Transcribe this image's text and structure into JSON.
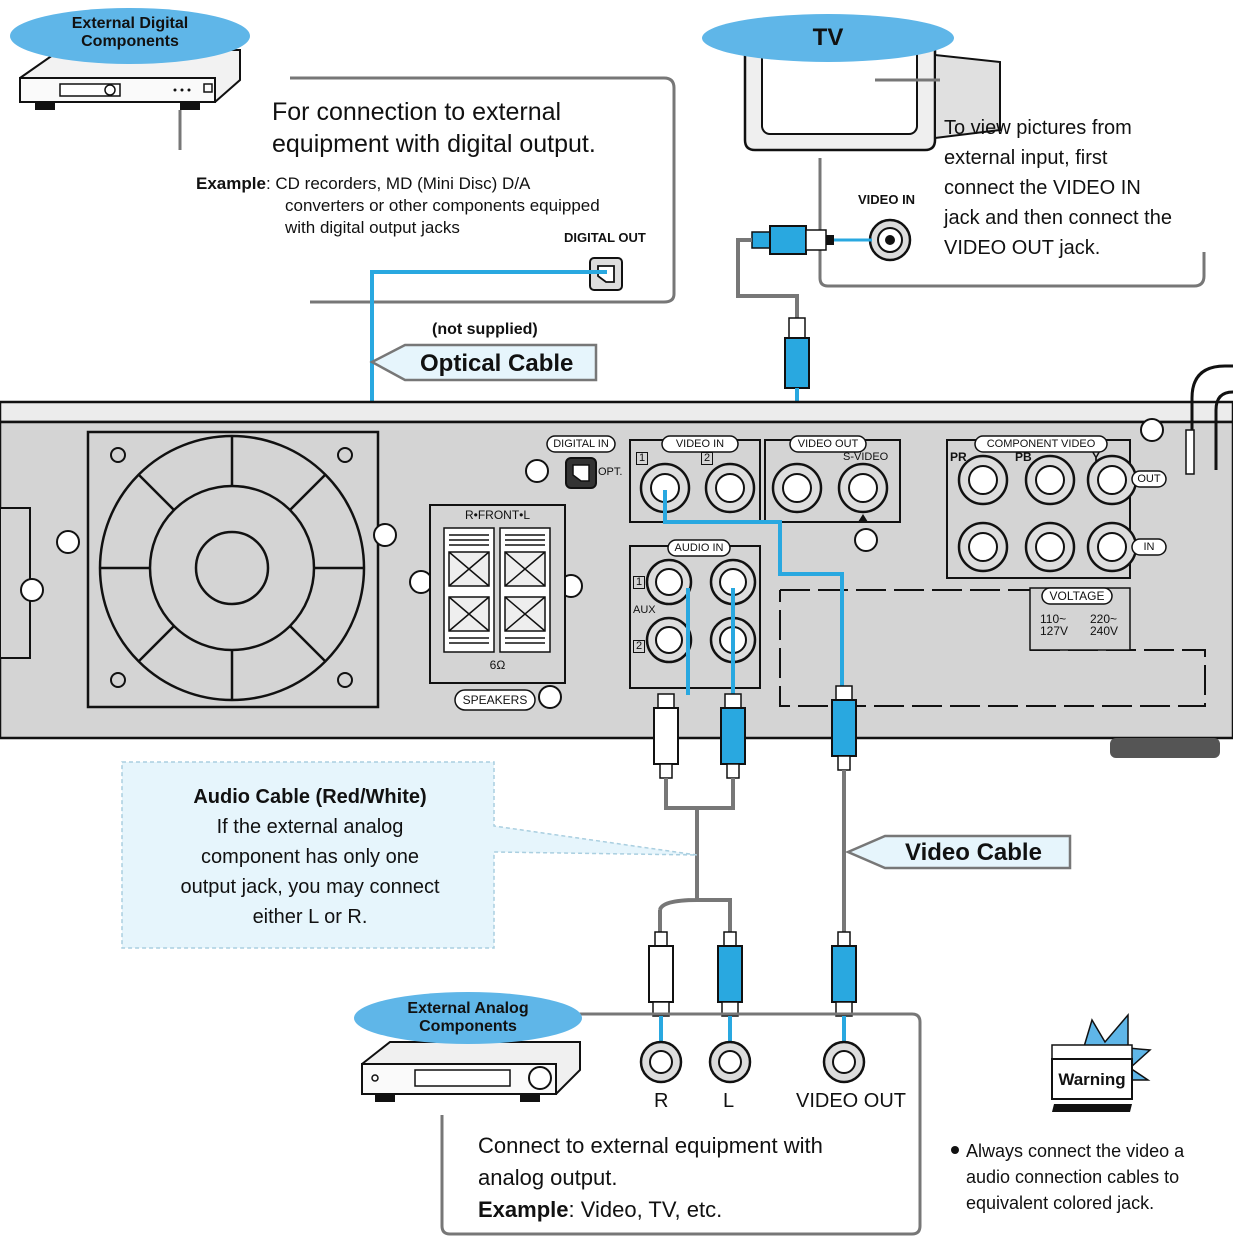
{
  "badges": {
    "digital": {
      "line1": "External Digital",
      "line2": "Components"
    },
    "tv": "TV",
    "analog": {
      "line1": "External Analog",
      "line2": "Components"
    }
  },
  "digital_box": {
    "title_line1": "For connection to external",
    "title_line2": "equipment with digital output.",
    "example_label": "Example",
    "example_line1": ": CD recorders, MD (Mini Disc) D/A",
    "example_line2": "converters or other components equipped",
    "example_line3": "with digital output jacks",
    "jack_label": "DIGITAL OUT"
  },
  "tv_box": {
    "lines": [
      "To view pictures from",
      "external input, first",
      "connect the VIDEO IN",
      "jack and then connect the",
      "VIDEO OUT jack."
    ],
    "jack_label": "VIDEO IN"
  },
  "optical": {
    "note": "(not supplied)",
    "label": "Optical Cable"
  },
  "panel": {
    "digital_in": "DIGITAL IN",
    "opt": "OPT.",
    "video_in": "VIDEO IN",
    "video_out": "VIDEO OUT",
    "s_video": "S-VIDEO",
    "component_video": "COMPONENT VIDEO",
    "pr": "PR",
    "pb": "PB",
    "y": "Y",
    "out": "OUT",
    "in": "IN",
    "audio_in": "AUDIO IN",
    "aux": "AUX",
    "one": "1",
    "two": "2",
    "front": "R•FRONT•L",
    "ohm": "6Ω",
    "speakers": "SPEAKERS",
    "voltage": "VOLTAGE",
    "v1_line1": "110~",
    "v1_line2": "127V",
    "v2_line1": "220~",
    "v2_line2": "240V"
  },
  "audio_box": {
    "title": "Audio Cable (Red/White)",
    "lines": [
      "If the external analog",
      "component has only one",
      "output jack, you may connect",
      "either L or R."
    ]
  },
  "video_cable": "Video Cable",
  "analog_box": {
    "jack_r": "R",
    "jack_l": "L",
    "jack_video": "VIDEO OUT",
    "line1": "Connect to external equipment with",
    "line2": "analog output.",
    "example_label": "Example",
    "example_text": ": Video, TV, etc."
  },
  "warning": {
    "label": "Warning",
    "line1": "Always connect the video a",
    "line2": "audio connection cables to",
    "line3": "equivalent colored jack."
  },
  "colors": {
    "cable_blue": "#29a8e0",
    "badge_blue": "#5fb6e8",
    "panel_gray": "#d4d4d4",
    "callout_fill": "#e6f5fc"
  }
}
